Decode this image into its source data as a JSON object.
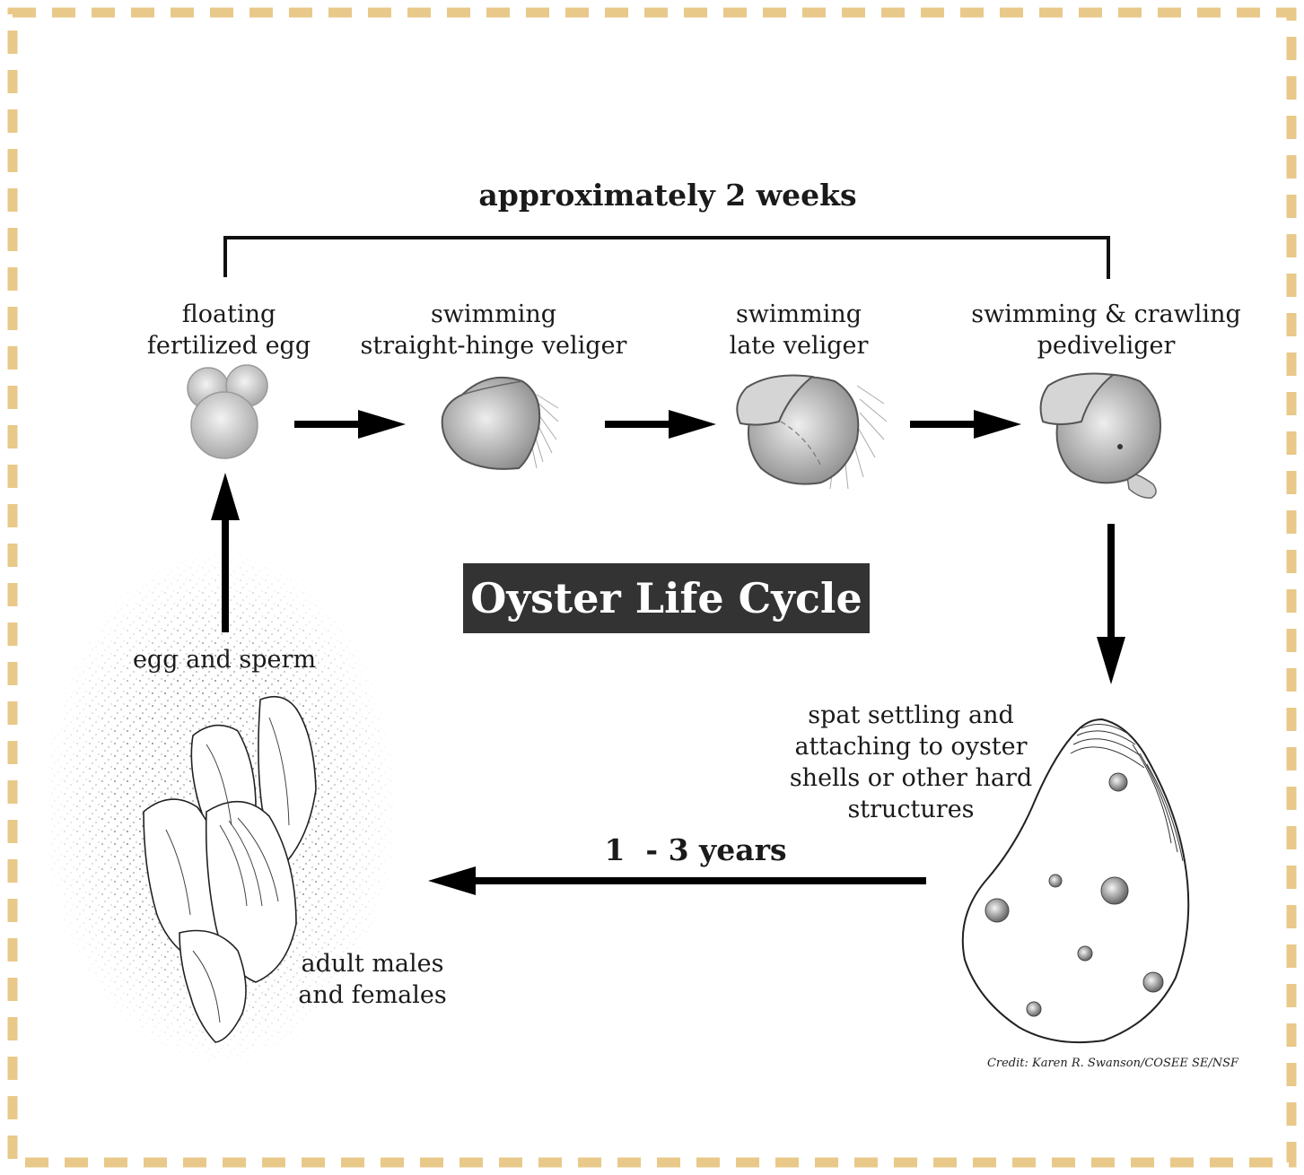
{
  "title": "Oyster Life Cycle",
  "duration_top": "approximately 2 weeks",
  "duration_bottom": "1  - 3 years",
  "stages": {
    "egg": [
      "floating",
      "fertilized egg"
    ],
    "straight_hinge": [
      "swimming",
      "straight-hinge veliger"
    ],
    "late_veliger": [
      "swimming",
      "late veliger"
    ],
    "pediveliger": [
      "swimming & crawling",
      "pediveliger"
    ],
    "spat": [
      "spat settling and",
      "attaching to oyster",
      "shells or other hard",
      "structures"
    ],
    "adult": [
      "adult males",
      "and females"
    ],
    "spawn": "egg and sperm"
  },
  "credit": "Credit: Karen R. Swanson/COSEE SE/NSF",
  "colors": {
    "border": "#e8c98a",
    "title_bg": "#333333",
    "title_text": "#ffffff",
    "arrow": "#000000"
  },
  "icons": [
    "fertilized-egg-icon",
    "straight-hinge-veliger-icon",
    "late-veliger-icon",
    "pediveliger-icon",
    "spat-shell-icon",
    "adult-oyster-icon"
  ]
}
